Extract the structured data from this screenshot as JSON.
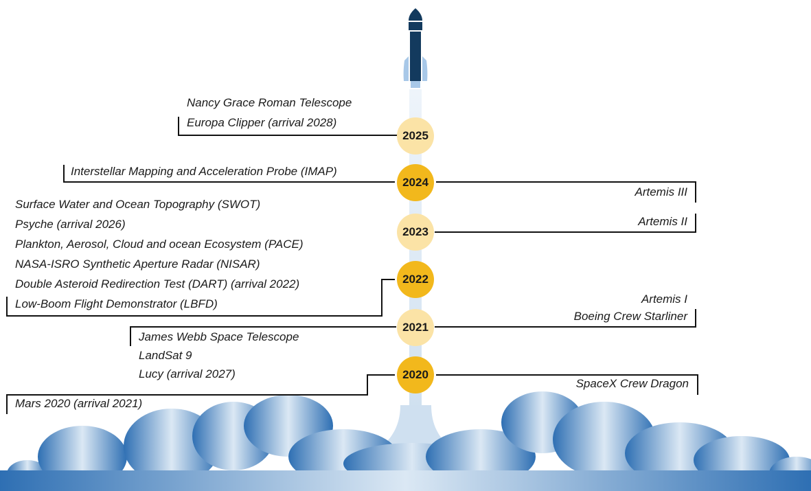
{
  "colors": {
    "launched_year": "#f2b81c",
    "upcoming_year": "#fbe3a6",
    "rocket_dark": "#133a5e",
    "rocket_light": "#a8c8e8",
    "exhaust": "#cfe0f0",
    "cloud_dark": "#2e6fb3",
    "cloud_light": "#dbe8f4",
    "connector": "#111111"
  },
  "icons": {
    "rocket": "rocket-icon",
    "clouds": "launch-cloud-icon"
  },
  "years": [
    {
      "label": "2025",
      "status": "upcoming"
    },
    {
      "label": "2024",
      "status": "launched"
    },
    {
      "label": "2023",
      "status": "upcoming"
    },
    {
      "label": "2022",
      "status": "launched"
    },
    {
      "label": "2021",
      "status": "upcoming"
    },
    {
      "label": "2020",
      "status": "launched"
    }
  ],
  "left_missions": {
    "y2025": [
      "Nancy Grace Roman Telescope",
      "Europa Clipper (arrival 2028)"
    ],
    "y2024": [
      "Interstellar Mapping and Acceleration Probe (IMAP)"
    ],
    "y2022": [
      "Surface Water and Ocean Topography (SWOT)",
      "Psyche (arrival 2026)",
      "Plankton, Aerosol, Cloud and ocean Ecosystem (PACE)",
      "NASA-ISRO Synthetic Aperture Radar (NISAR)",
      "Double Asteroid Redirection Test (DART) (arrival 2022)",
      "Low-Boom Flight Demonstrator (LBFD)"
    ],
    "y2021": [
      "James Webb Space Telescope",
      "LandSat 9",
      "Lucy (arrival 2027)"
    ],
    "y2020": [
      "Mars 2020 (arrival 2021)"
    ]
  },
  "right_missions": {
    "y2024": [
      "Artemis III"
    ],
    "y2023": [
      "Artemis II"
    ],
    "y2021": [
      "Artemis I",
      "Boeing Crew Starliner"
    ],
    "y2020": [
      "SpaceX Crew Dragon"
    ]
  }
}
